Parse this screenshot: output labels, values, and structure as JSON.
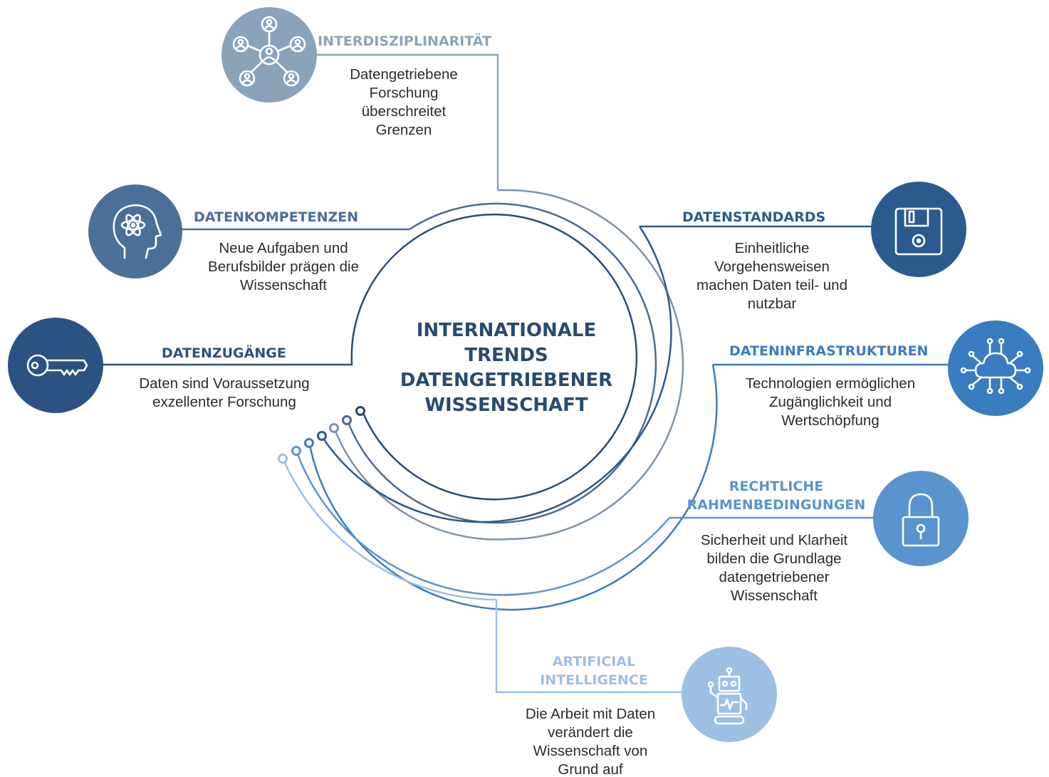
{
  "center": {
    "lines": [
      "INTERNATIONALE",
      "TRENDS",
      "DATENGETRIEBENER",
      "WISSENSCHAFT"
    ]
  },
  "topics": [
    {
      "key": "interdisziplinaritaet",
      "title": [
        "INTERDISZIPLINARITÄT"
      ],
      "description": [
        "Datengetriebene",
        "Forschung",
        "überschreitet",
        "Grenzen"
      ],
      "icon": "network-people-icon",
      "color": "#8aa3bb"
    },
    {
      "key": "datenkompetenzen",
      "title": [
        "DATENKOMPETENZEN"
      ],
      "description": [
        "Neue Aufgaben und",
        "Berufsbilder prägen die",
        "Wissenschaft"
      ],
      "icon": "head-atom-icon",
      "color": "#4a6f99"
    },
    {
      "key": "datenzugaenge",
      "title": [
        "DATENZUGÄNGE"
      ],
      "description": [
        "Daten sind Voraussetzung",
        "exzellenter Forschung"
      ],
      "icon": "key-icon",
      "color": "#2b5281"
    },
    {
      "key": "datenstandards",
      "title": [
        "DATENSTANDARDS"
      ],
      "description": [
        "Einheitliche",
        "Vorgehensweisen",
        "machen Daten teil- und",
        "nutzbar"
      ],
      "icon": "floppy-disk-icon",
      "color": "#2b5a8f"
    },
    {
      "key": "dateninfrastrukturen",
      "title": [
        "DATENINFRASTRUKTUREN"
      ],
      "description": [
        "Technologien ermöglichen",
        "Zugänglichkeit und",
        "Wertschöpfung"
      ],
      "icon": "cloud-network-icon",
      "color": "#3a7cc0"
    },
    {
      "key": "rechtliche_rahmenbedingungen",
      "title": [
        "RECHTLICHE",
        "RAHMENBEDINGUNGEN"
      ],
      "description": [
        "Sicherheit und Klarheit",
        "bilden die Grundlage",
        "datengetriebener",
        "Wissenschaft"
      ],
      "icon": "padlock-icon",
      "color": "#5a94cf"
    },
    {
      "key": "artificial_intelligence",
      "title": [
        "ARTIFICIAL",
        "INTELLIGENCE"
      ],
      "description": [
        "Die Arbeit mit Daten",
        "verändert die",
        "Wissenschaft von",
        "Grund auf"
      ],
      "icon": "robot-icon",
      "color": "#9dbfe3"
    }
  ]
}
